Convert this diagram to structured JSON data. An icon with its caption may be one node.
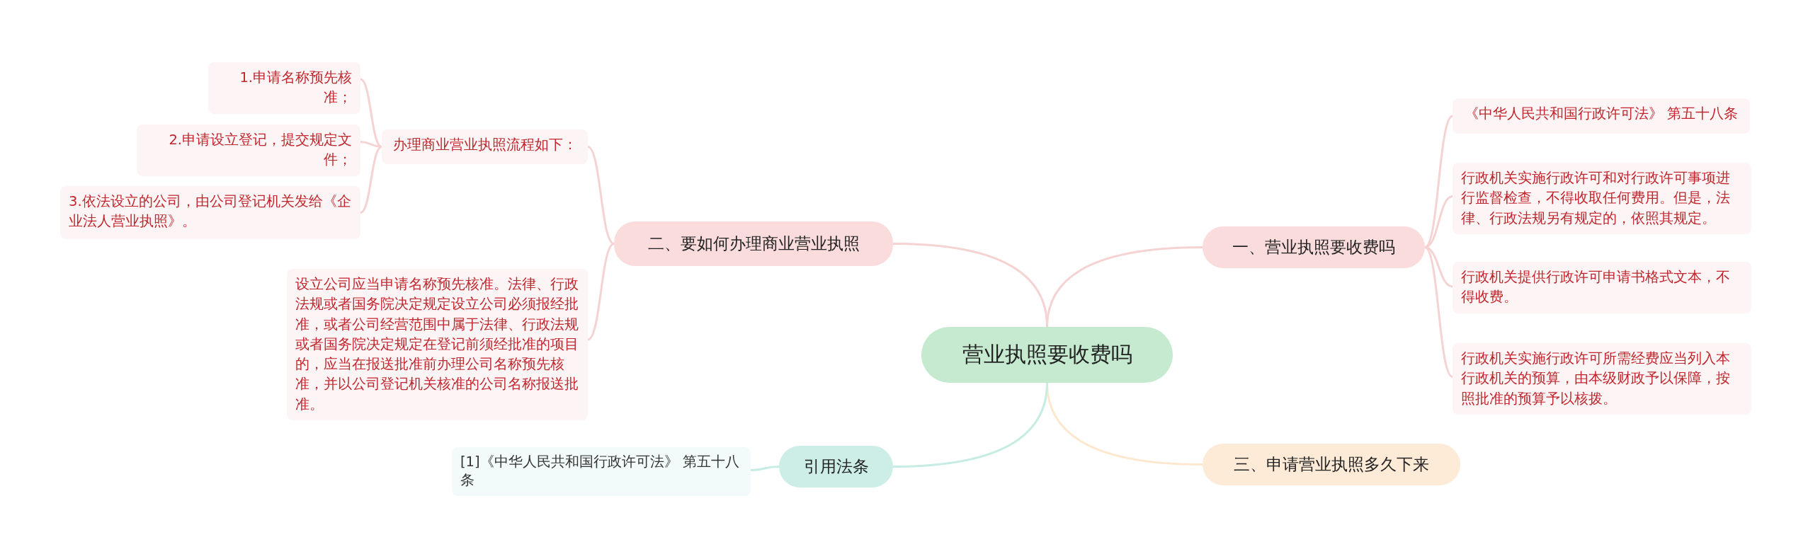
{
  "diagram": {
    "nodes": [
      {
        "text": [
          "营业执照要收费吗"
        ]
      },
      {
        "text": [
          "一、营业执照要收费吗"
        ]
      },
      {
        "text": [
          "《中华人民共和国行政许可法》 第五十八条"
        ]
      },
      {
        "text": [
          "行政机关实施行政许可和对行政许可事项进行监督检查，不得收取任何费用。但是，法律、行政法规另有规定的，依照其规定。"
        ]
      },
      {
        "text": [
          "行政机关提供行政许可申请书格式文本，不得收费。"
        ]
      },
      {
        "text": [
          "行政机关实施行政许可所需经费应当列入本行政机关的预算，由本级财政予以保障，按照批准的预算予以核拨。"
        ]
      },
      {
        "text": [
          "二、要如何办理商业营业执照"
        ]
      },
      {
        "text": [
          "办理商业营业执照流程如下："
        ]
      },
      {
        "text": [
          "1.申请名称预先核准；"
        ]
      },
      {
        "text": [
          "2.申请设立登记，提交规定文件；"
        ]
      },
      {
        "text": [
          "3.依法设立的公司，由公司登记机关发给《企业法人营业执照》。"
        ]
      },
      {
        "text": [
          "设立公司应当申请名称预先核准。法律、行政法规或者国务院决定规定设立公司必须报经批准，或者公司经营范围中属于法律、行政法规或者国务院决定规定在登记前须经批准的项目的，应当在报送批准前办理公司名称预先核准，并以公司登记机关核准的公司名称报送批准。"
        ]
      },
      {
        "text": [
          "三、申请营业执照多久下来"
        ]
      },
      {
        "text": [
          "引用法条"
        ]
      },
      {
        "text": [
          "[1]《中华人民共和国行政许可法》 第五十八条"
        ]
      }
    ],
    "edges": [
      {
        "from": 0,
        "to": 1,
        "arrow": "none"
      },
      {
        "from": 1,
        "to": 2,
        "arrow": "none"
      },
      {
        "from": 1,
        "to": 3,
        "arrow": "none"
      },
      {
        "from": 1,
        "to": 4,
        "arrow": "none"
      },
      {
        "from": 1,
        "to": 5,
        "arrow": "none"
      },
      {
        "from": 0,
        "to": 6,
        "arrow": "none"
      },
      {
        "from": 6,
        "to": 7,
        "arrow": "none"
      },
      {
        "from": 7,
        "to": 8,
        "arrow": "none"
      },
      {
        "from": 7,
        "to": 9,
        "arrow": "none"
      },
      {
        "from": 7,
        "to": 10,
        "arrow": "none"
      },
      {
        "from": 6,
        "to": 11,
        "arrow": "none"
      },
      {
        "from": 0,
        "to": 12,
        "arrow": "none",
        "color": "#fde8cf"
      },
      {
        "from": 0,
        "to": 13,
        "arrow": "none",
        "color": "#c7ece4"
      },
      {
        "from": 13,
        "to": 14,
        "arrow": "none",
        "color": "#c7ece4"
      }
    ]
  }
}
